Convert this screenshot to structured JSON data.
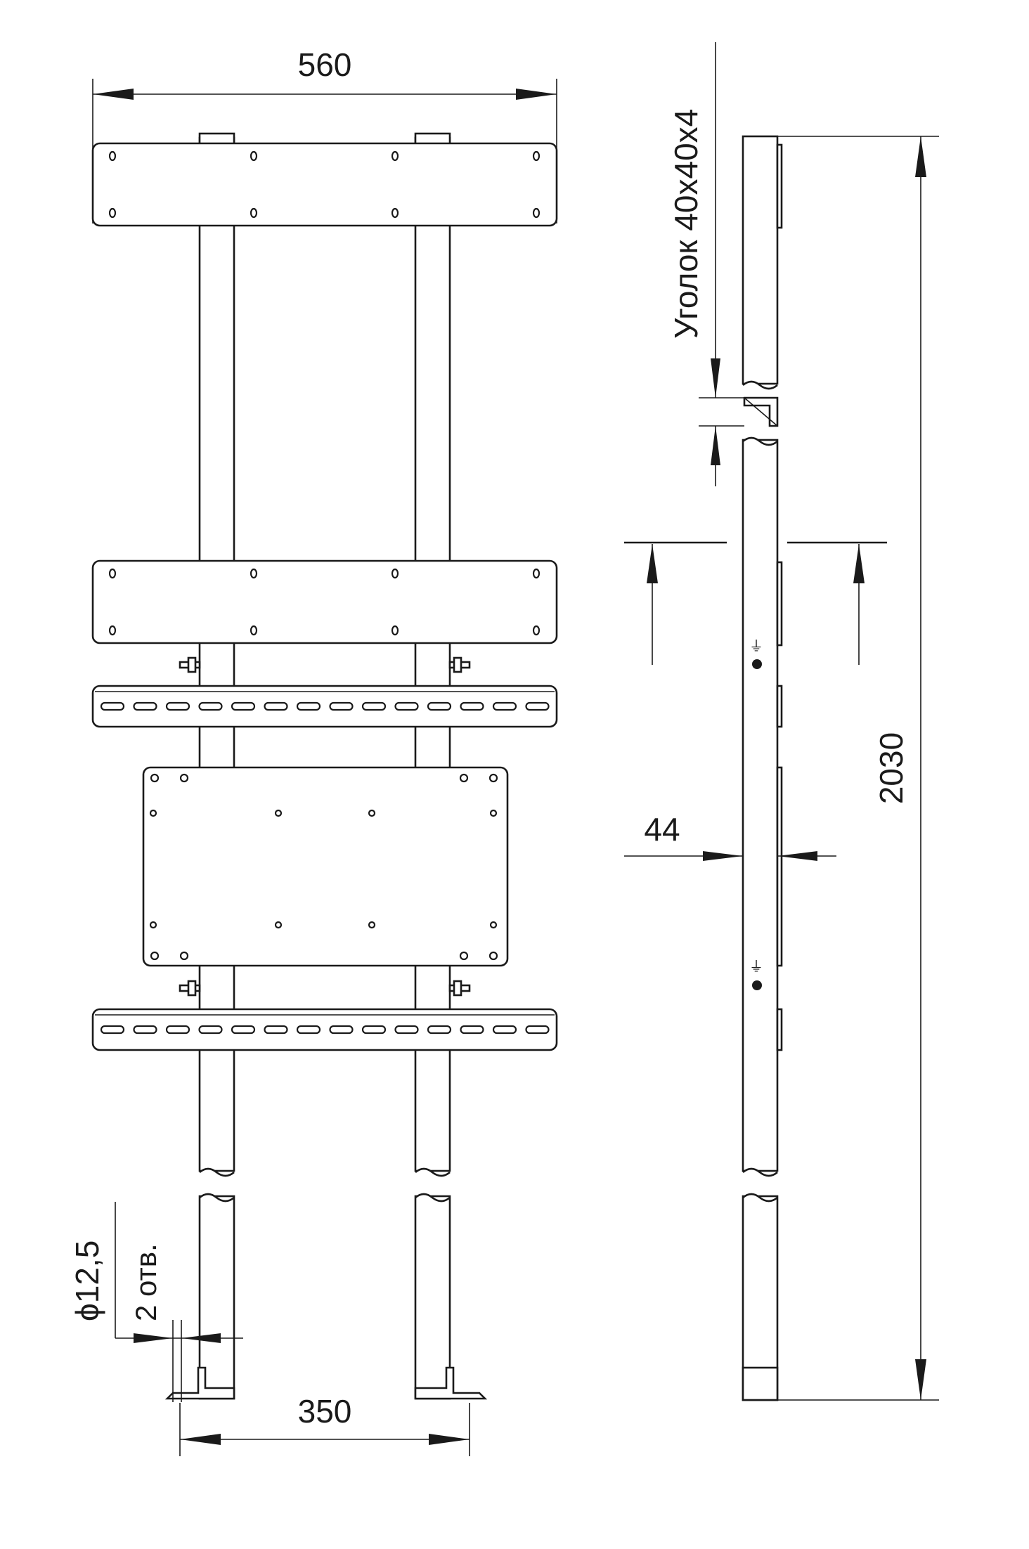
{
  "dimensions": {
    "overall_width": "560",
    "upright_spacing": "350",
    "height": "2030",
    "depth": "44",
    "angle_profile": "Уголок 40х40х4",
    "hole_diameter": "ϕ12,5",
    "hole_count": "2 отв."
  },
  "colors": {
    "line": "#1a1a1a",
    "background": "#ffffff"
  },
  "symbols": {
    "ground": "⏚"
  }
}
